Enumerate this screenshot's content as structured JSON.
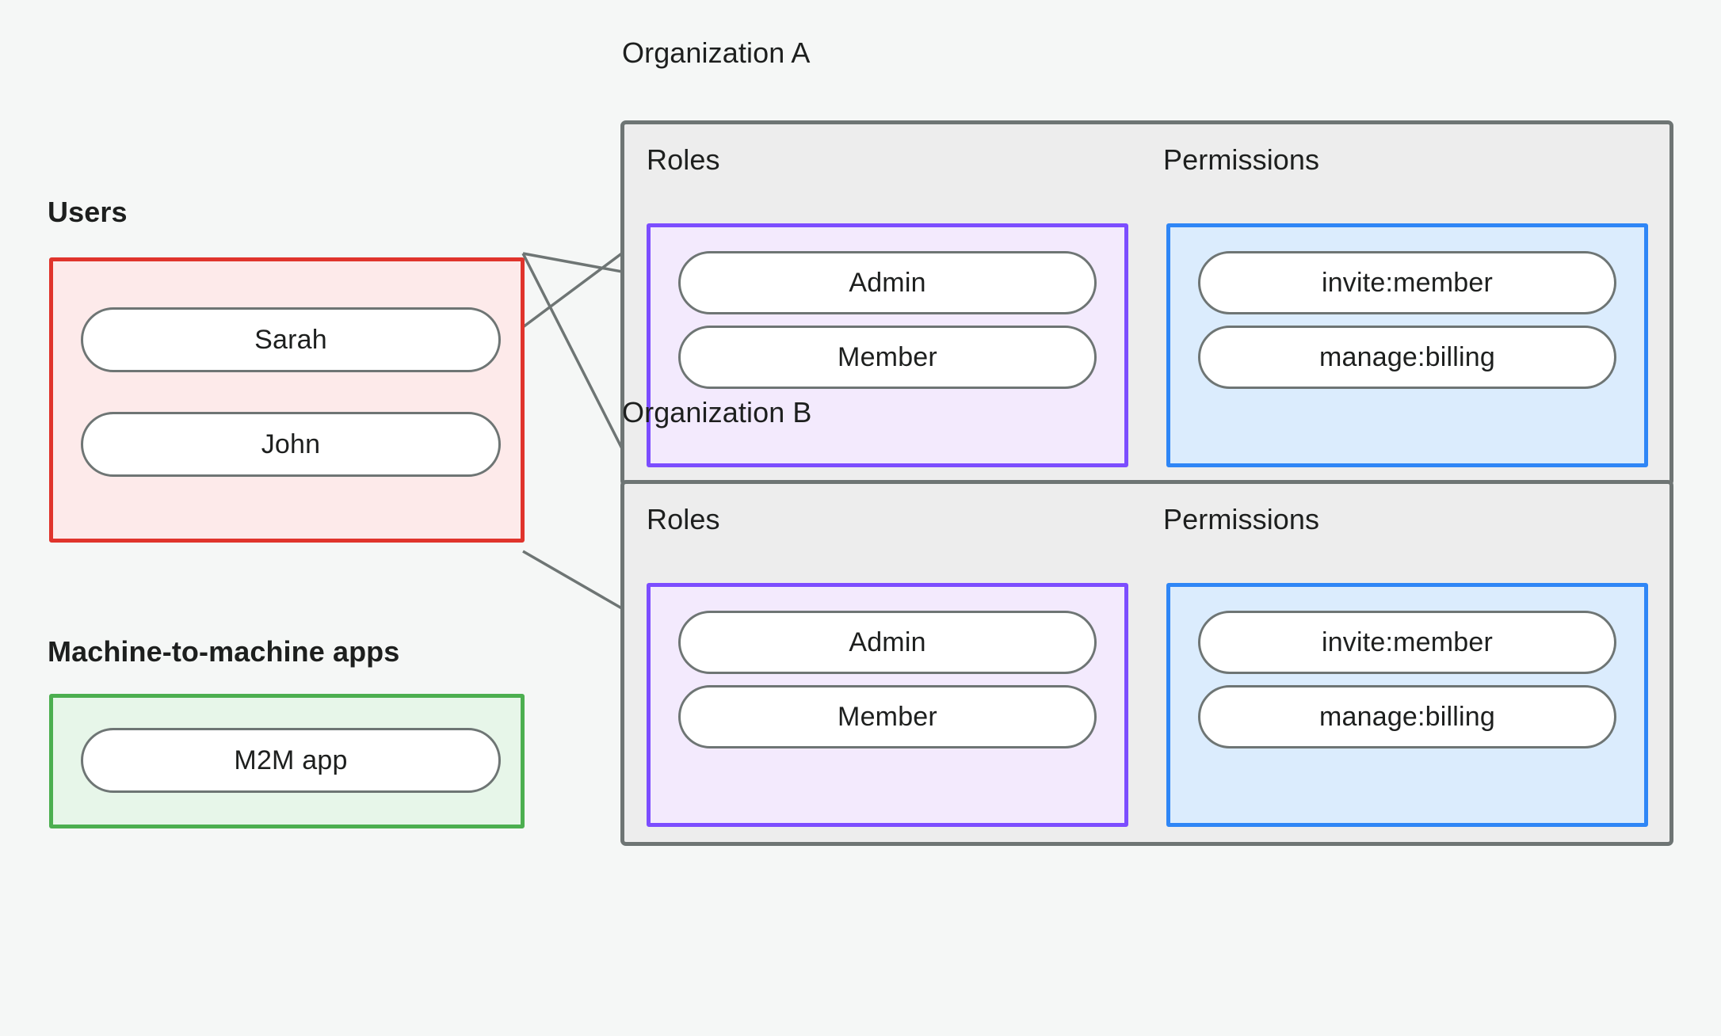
{
  "diagram": {
    "title_present": false,
    "background_color": "#f5f7f6",
    "colors": {
      "users_border": "#e0342c",
      "users_fill": "#fdeaea",
      "m2m_border": "#4caf50",
      "m2m_fill": "#e7f6e9",
      "org_border": "#6e7574",
      "org_fill": "#ededed",
      "roles_border": "#7c4dff",
      "roles_fill": "#f3eafd",
      "permissions_border": "#2f86f6",
      "permissions_fill": "#dbecfd",
      "node_border": "#6e7574",
      "node_fill": "#ffffff",
      "edge": "#6e7574",
      "text": "#1d1f1e"
    }
  },
  "captions": {
    "users": "Users",
    "m2m": "Machine-to-machine apps",
    "org_a": "Organization A",
    "org_b": "Organization B",
    "roles_a": "Roles",
    "permissions_a": "Permissions",
    "roles_b": "Roles",
    "permissions_b": "Permissions"
  },
  "users": {
    "label": "Users",
    "nodes": [
      {
        "id": "sarah",
        "label": "Sarah"
      },
      {
        "id": "john",
        "label": "John"
      }
    ]
  },
  "m2m": {
    "label": "Machine-to-machine apps",
    "nodes": [
      {
        "id": "m2m-app",
        "label": "M2M app"
      }
    ]
  },
  "organizations": [
    {
      "id": "org-a",
      "label": "Organization A",
      "roles": {
        "label": "Roles",
        "nodes": [
          {
            "id": "org-a-admin",
            "label": "Admin"
          },
          {
            "id": "org-a-member",
            "label": "Member"
          }
        ]
      },
      "permissions": {
        "label": "Permissions",
        "nodes": [
          {
            "id": "org-a-invite",
            "label": "invite:member"
          },
          {
            "id": "org-a-billing",
            "label": "manage:billing"
          }
        ]
      }
    },
    {
      "id": "org-b",
      "label": "Organization B",
      "roles": {
        "label": "Roles",
        "nodes": [
          {
            "id": "org-b-admin",
            "label": "Admin"
          },
          {
            "id": "org-b-member",
            "label": "Member"
          }
        ]
      },
      "permissions": {
        "label": "Permissions",
        "nodes": [
          {
            "id": "org-b-invite",
            "label": "invite:member"
          },
          {
            "id": "org-b-billing",
            "label": "manage:billing"
          }
        ]
      }
    }
  ],
  "edges": [
    {
      "from": "john",
      "to": "org-a-admin"
    },
    {
      "from": "sarah",
      "to": "org-a-member"
    },
    {
      "from": "sarah",
      "to": "org-b-admin"
    },
    {
      "from": "m2m-app",
      "to": "org-b-member"
    },
    {
      "from": "org-a-admin",
      "to": "org-a-invite"
    },
    {
      "from": "org-a-admin",
      "to": "org-a-billing"
    },
    {
      "from": "org-a-member",
      "to": "org-a-billing"
    },
    {
      "from": "org-b-admin",
      "to": "org-b-invite"
    },
    {
      "from": "org-b-admin",
      "to": "org-b-billing"
    },
    {
      "from": "org-b-member",
      "to": "org-b-billing"
    }
  ]
}
